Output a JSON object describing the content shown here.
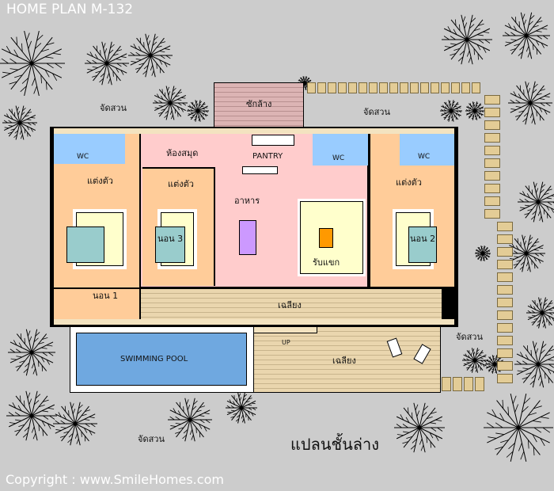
{
  "title": "HOME PLAN M-132",
  "copyright": "Copyright : www.SmileHomes.com",
  "plan_title": "แปลนชั้นล่าง",
  "rooms": {
    "laundry": "ซักล้าง",
    "library": "ห้องสมุด",
    "pantry": "PANTRY",
    "dining": "อาหาร",
    "living": "รับแขก",
    "wc1": "WC",
    "wc2": "WC",
    "wc3": "WC",
    "dress1": "แต่งตัว",
    "dress3": "แต่งตัว",
    "dress2": "แต่งตัว",
    "bed1": "นอน 1",
    "bed2": "นอน 2",
    "bed3": "นอน 3",
    "porch": "เฉลียง",
    "deck": "เฉลียง",
    "pool": "SWIMMING POOL",
    "up": "UP"
  },
  "garden_labels": [
    "จัดสวน",
    "จัดสวน",
    "จัดสวน",
    "จัดสวน"
  ],
  "colors": {
    "background": "#cccccc",
    "bedroom": "#ffcc99",
    "wc": "#99ccff",
    "common": "#ffcccc",
    "pool": "#6fa8e0",
    "table": "#cc99ff",
    "coffee_table": "#ff9900",
    "rug": "#ffffcc",
    "bed": "#99cccc"
  }
}
